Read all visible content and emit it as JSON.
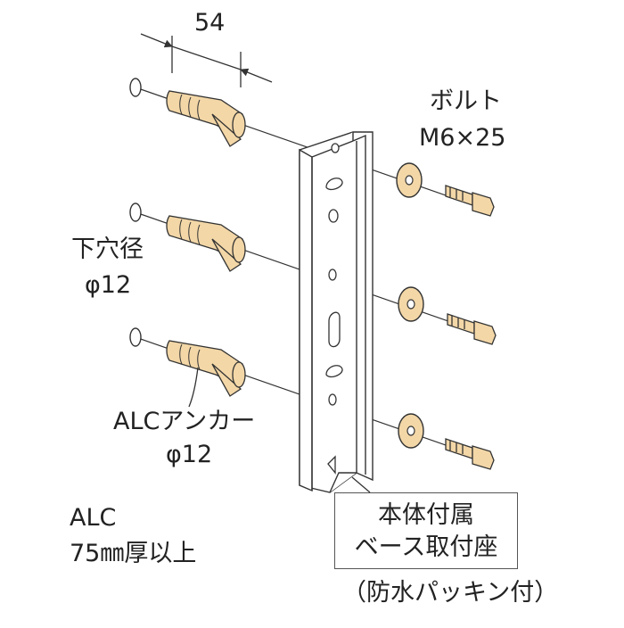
{
  "labels": {
    "dimension": "54",
    "bolt_line1": "ボルト",
    "bolt_line2": "M6×25",
    "hole_line1": "下穴径",
    "hole_line2": "φ12",
    "anchor_line1": "ALCアンカー",
    "anchor_line2": "φ12",
    "alc_line1": "ALC",
    "alc_line2": "75㎜厚以上",
    "base_line1": "本体付属",
    "base_line2": "ベース取付座",
    "packing_note": "（防水パッキン付）"
  },
  "colors": {
    "line": "#333333",
    "anchor_fill": "#f3d7a7",
    "washer_fill": "#f3d7a7",
    "bracket_fill": "#ffffff"
  }
}
